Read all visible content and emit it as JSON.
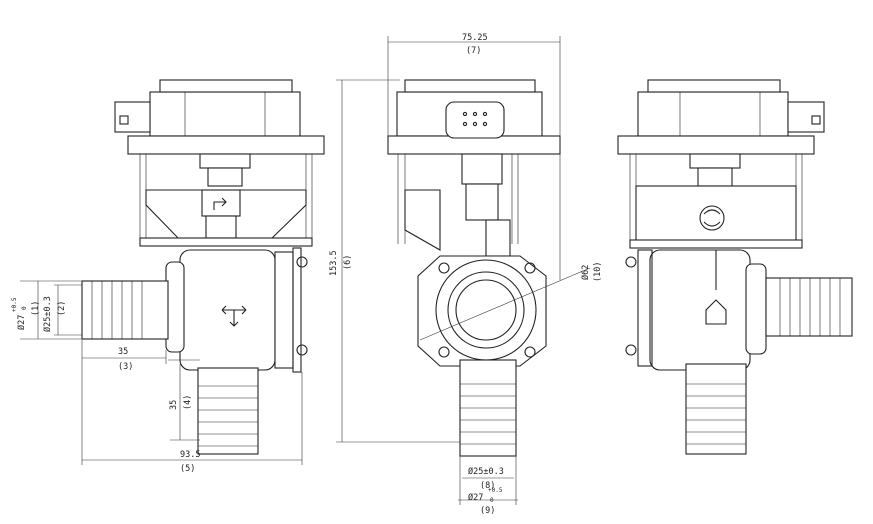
{
  "dimensions": {
    "d1": {
      "value": "Ø27",
      "tol_upper": "+0.5",
      "tol_lower": "0",
      "ref": "(1)"
    },
    "d2": {
      "value": "Ø25±0.3",
      "ref": "(2)"
    },
    "d3": {
      "value": "35",
      "ref": "(3)"
    },
    "d4": {
      "value": "35",
      "ref": "(4)"
    },
    "d5": {
      "value": "93.5",
      "ref": "(5)"
    },
    "d6": {
      "value": "153.5",
      "ref": "(6)"
    },
    "d7": {
      "value": "75.25",
      "ref": "(7)"
    },
    "d8": {
      "value": "Ø25±0.3",
      "ref": "(8)"
    },
    "d9": {
      "value": "Ø27",
      "tol_upper": "+0.5",
      "tol_lower": "0",
      "ref": "(9)"
    },
    "d10": {
      "value": "Ø62",
      "ref": "(10)"
    }
  }
}
